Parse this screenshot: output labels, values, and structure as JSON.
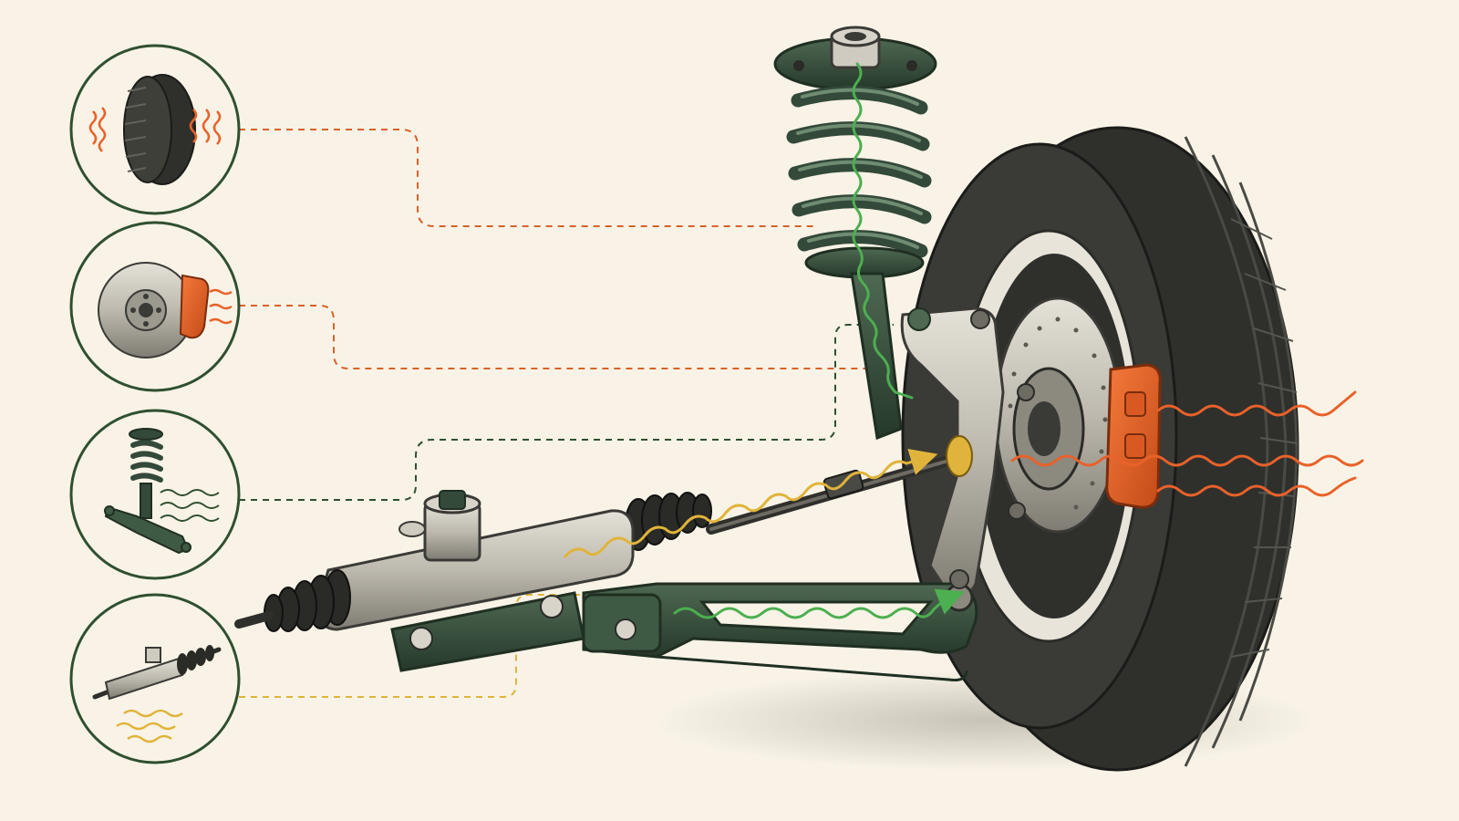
{
  "diagram": {
    "type": "illustration",
    "subject": "front-wheel-suspension-and-steering-assembly",
    "text_labels": [],
    "callouts": [
      {
        "name": "tire",
        "icon": "tire-icon",
        "leader_color": "#d9622a",
        "target": "coil-spring-strut"
      },
      {
        "name": "brake-disc-and-caliper",
        "icon": "brake-disc-icon",
        "leader_color": "#d9622a",
        "target": "steering-knuckle"
      },
      {
        "name": "strut-and-control-arm",
        "icon": "strut-icon",
        "leader_color": "#2f4f31",
        "target": "steering-knuckle"
      },
      {
        "name": "steering-rack",
        "icon": "steering-rack-icon",
        "leader_color": "#e0b43a",
        "target": "steering-rack-bracket"
      }
    ],
    "flows": [
      {
        "name": "vibration-flow-strut",
        "color": "#4caf50"
      },
      {
        "name": "vibration-flow-control-arm",
        "color": "#4caf50"
      },
      {
        "name": "vibration-flow-tie-rod",
        "color": "#e0b43a"
      },
      {
        "name": "heat-flow-brake",
        "color": "#e8622a"
      }
    ],
    "colors": {
      "background": "#f8f3e6",
      "ink": "#2a2a26",
      "dark_green": "#33493a",
      "orange": "#e8622a",
      "green_flow": "#4caf50",
      "yellow_flow": "#e0b43a",
      "steel": "#c9c6bd"
    }
  }
}
